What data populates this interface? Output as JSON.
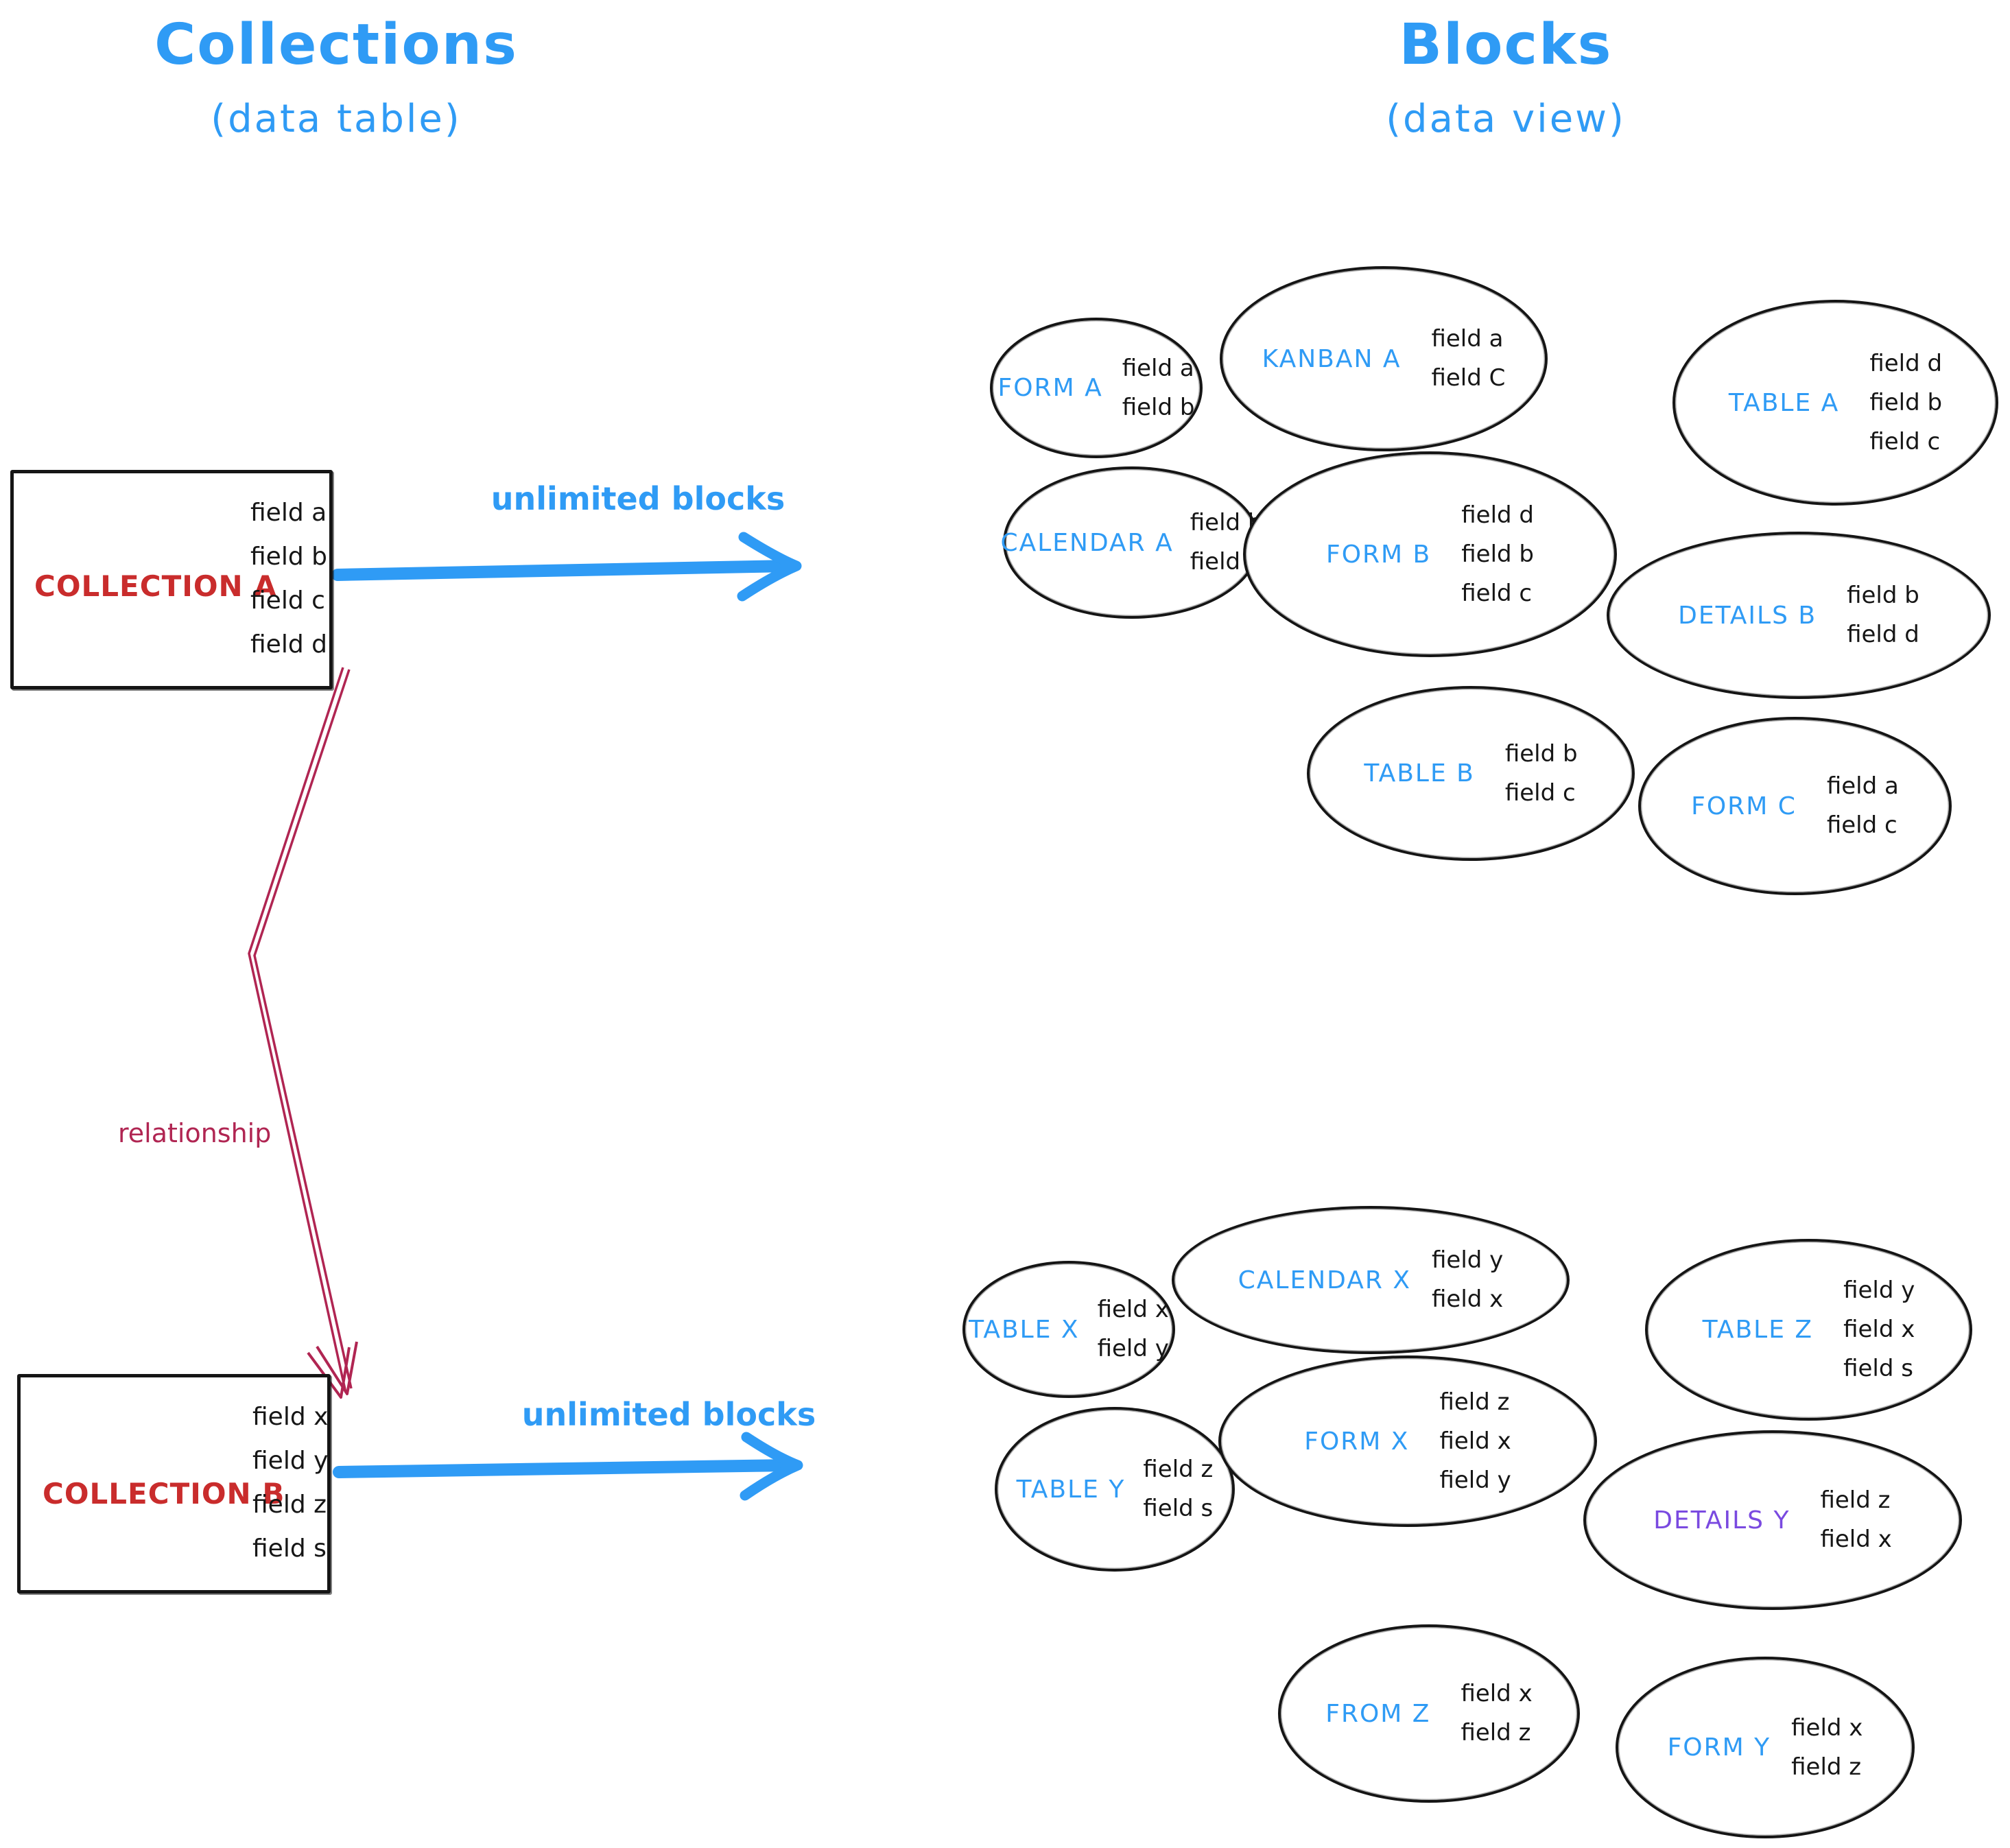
{
  "titles": {
    "left": {
      "title": "Collections",
      "subtitle": "(data table)"
    },
    "right": {
      "title": "Blocks",
      "subtitle": "(data view)"
    }
  },
  "collections": [
    {
      "name": "COLLECTION A",
      "fields": [
        "field a",
        "field b",
        "field c",
        "field d"
      ]
    },
    {
      "name": "COLLECTION B",
      "fields": [
        "field x",
        "field y",
        "field z",
        "field s"
      ]
    }
  ],
  "arrows": {
    "top_label": "unlimited blocks",
    "bottom_label": "unlimited blocks",
    "relationship_label": "relationship"
  },
  "blocks_top": [
    {
      "name": "FORM A",
      "fields": [
        "field a",
        "field b"
      ]
    },
    {
      "name": "KANBAN A",
      "fields": [
        "field a",
        "field C"
      ]
    },
    {
      "name": "TABLE A",
      "fields": [
        "field d",
        "field b",
        "field c"
      ]
    },
    {
      "name": "CALENDAR A",
      "fields": [
        "field b",
        "field c"
      ]
    },
    {
      "name": "FORM B",
      "fields": [
        "field d",
        "field b",
        "field c"
      ]
    },
    {
      "name": "DETAILS B",
      "fields": [
        "field b",
        "field d"
      ]
    },
    {
      "name": "TABLE B",
      "fields": [
        "field b",
        "field c"
      ]
    },
    {
      "name": "FORM C",
      "fields": [
        "field a",
        "field c"
      ]
    }
  ],
  "blocks_bottom": [
    {
      "name": "TABLE X",
      "fields": [
        "field x",
        "field y"
      ]
    },
    {
      "name": "CALENDAR X",
      "fields": [
        "field y",
        "field x"
      ]
    },
    {
      "name": "TABLE Z",
      "fields": [
        "field y",
        "field x",
        "field s"
      ]
    },
    {
      "name": "TABLE Y",
      "fields": [
        "field z",
        "field s"
      ]
    },
    {
      "name": "FORM X",
      "fields": [
        "field z",
        "field x",
        "field y"
      ]
    },
    {
      "name": "DETAILS Y",
      "fields": [
        "field z",
        "field x"
      ]
    },
    {
      "name": "FROM Z",
      "fields": [
        "field x",
        "field z"
      ]
    },
    {
      "name": "FORM Y",
      "fields": [
        "field x",
        "field z"
      ]
    }
  ],
  "colors": {
    "accent_blue": "#2f9bf5",
    "collection_red": "#c92c2c",
    "relationship_crimson": "#b02552",
    "details_y_purple": "#7a4ae0",
    "stroke_black": "#151515"
  }
}
